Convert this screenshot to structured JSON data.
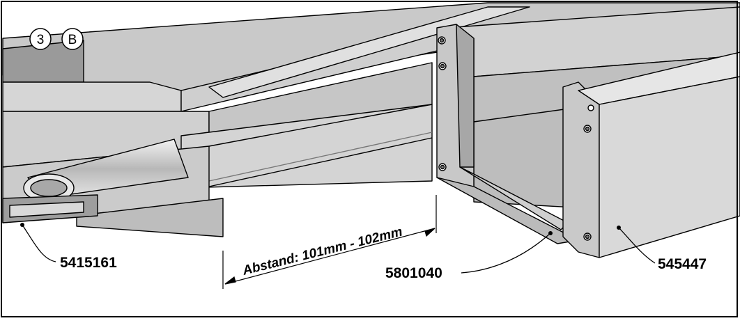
{
  "badges": [
    "3",
    "B"
  ],
  "parts": {
    "left_profile": "5415161",
    "bracket": "5801040",
    "right_profile": "545447"
  },
  "dimension": {
    "label": "Abstand: 101mm - 102mm"
  },
  "colors": {
    "metal_light": "#d9d9d9",
    "metal_mid": "#c4c4c4",
    "metal_dark": "#8e8e8e",
    "outline": "#000000",
    "background": "#ffffff"
  }
}
